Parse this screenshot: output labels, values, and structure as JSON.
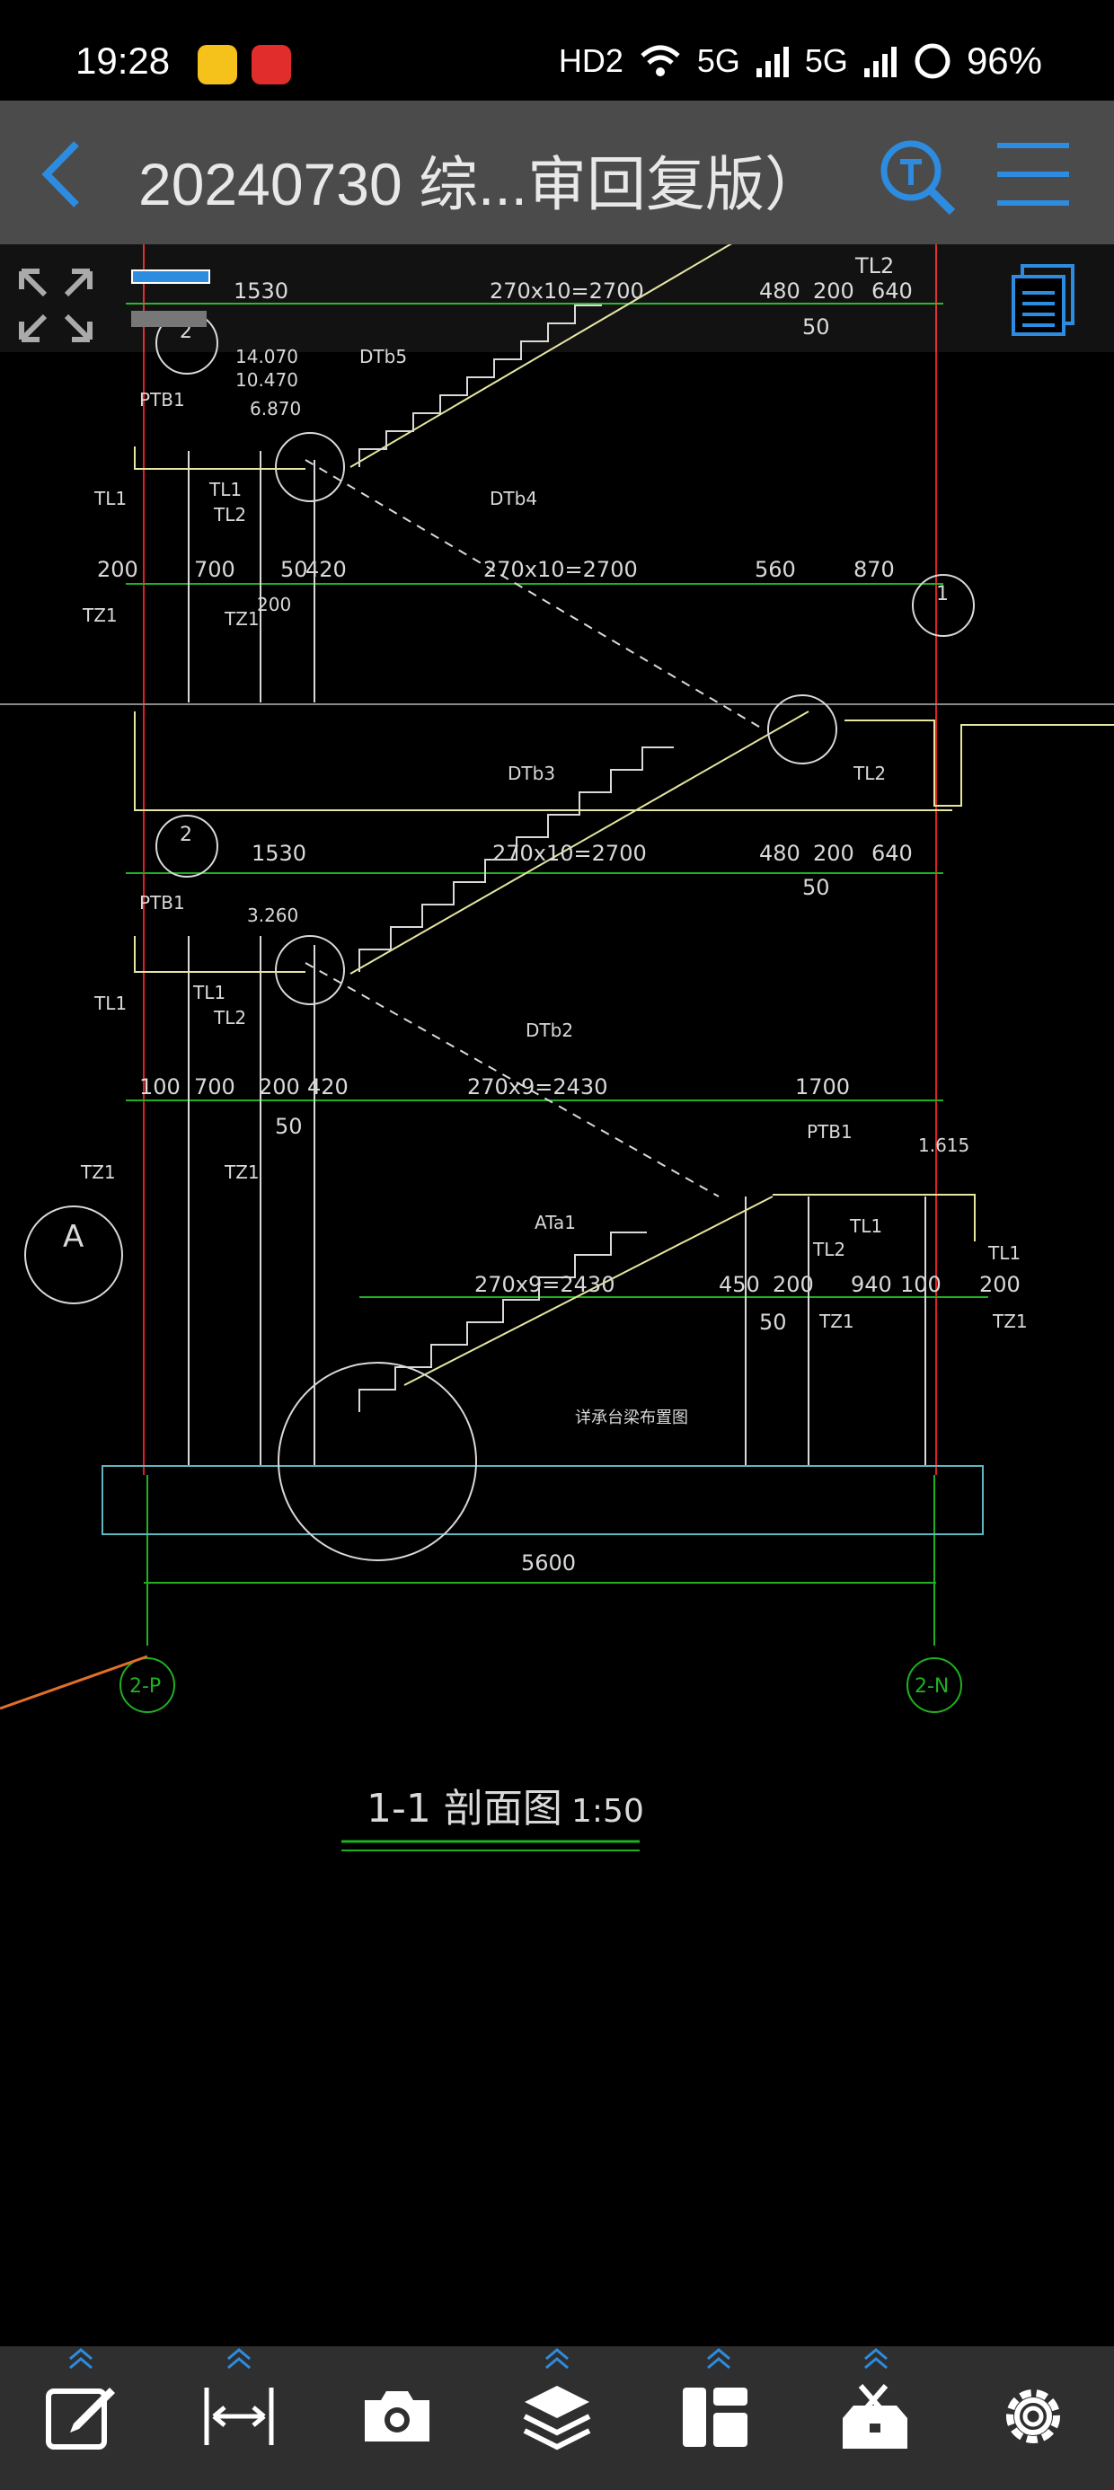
{
  "status": {
    "time": "19:28",
    "battery": "96%",
    "signals": [
      "HD2",
      "5G",
      "5G"
    ]
  },
  "toolbar": {
    "title": "20240730 综...审回复版）"
  },
  "drawing": {
    "labels": [
      "1530",
      "270x10=2700",
      "480",
      "200",
      "640",
      "50",
      "TL2",
      "14.070",
      "10.470",
      "6.870",
      "DTb5",
      "PTB1",
      "TL1",
      "TL1",
      "TL2",
      "DTb4",
      "200",
      "700",
      "50",
      "420",
      "270x10=2700",
      "560",
      "870",
      "TZ1",
      "200",
      "TZ1",
      "DTb3",
      "TL2",
      "1530",
      "270x10=2700",
      "480",
      "200",
      "640",
      "50",
      "PTB1",
      "3.260",
      "TL1",
      "TL1",
      "TL2",
      "DTb2",
      "100",
      "700",
      "200",
      "420",
      "270x9=2430",
      "1700",
      "50",
      "PTB1",
      "1.615",
      "TZ1",
      "TZ1",
      "ATa1",
      "TL1",
      "TL2",
      "TL1",
      "270x9=2430",
      "450",
      "200",
      "940",
      "100",
      "200",
      "50",
      "TZ1",
      "TZ1",
      "详承台梁布置图",
      "5600",
      "2-P",
      "2-N",
      "1-1 剖面图",
      "1:50"
    ],
    "circle_labels": [
      "2",
      "1",
      "2",
      "A"
    ]
  },
  "colors": {
    "background": "#000000",
    "toolbar": "#4b4b4b",
    "bottombar": "#2f2f2f",
    "accent": "#2d8ce0",
    "cad_green": "#20b020",
    "cad_white": "#d9d9d9",
    "cad_yellow": "#e6e6a0",
    "cad_red": "#e02020"
  },
  "bottombar": {
    "items": [
      "edit-icon",
      "measure-icon",
      "camera-icon",
      "layers-icon",
      "layout-icon",
      "toolbox-icon",
      "settings-icon"
    ]
  }
}
